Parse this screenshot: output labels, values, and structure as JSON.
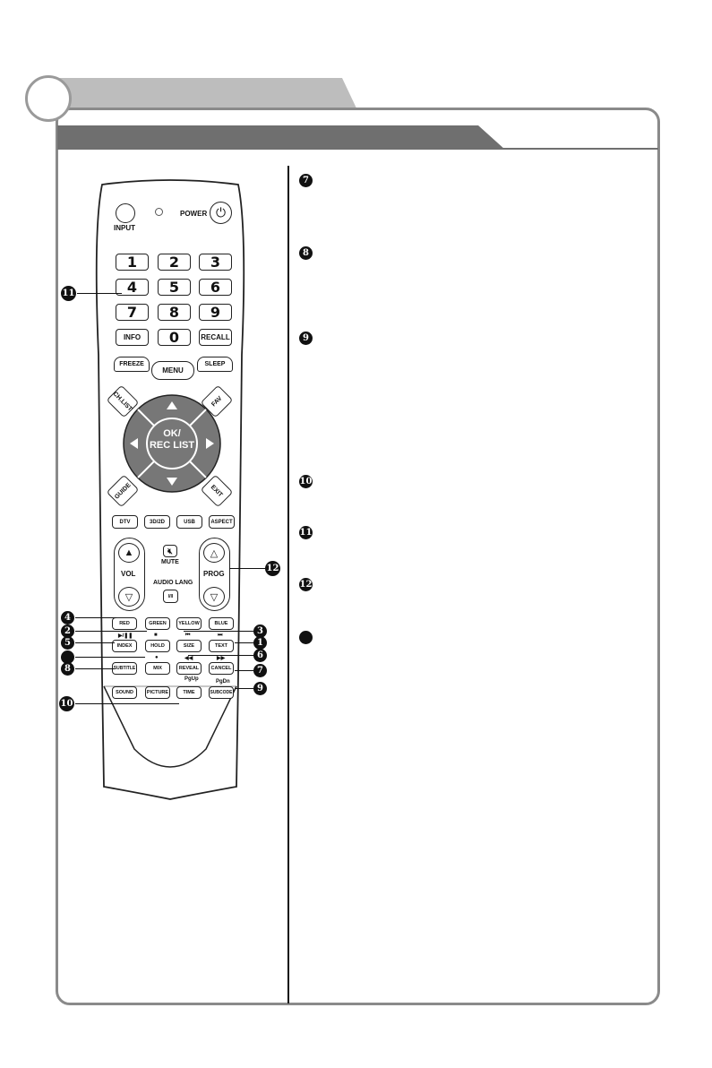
{
  "remote": {
    "input_label": "INPUT",
    "power_label": "POWER",
    "digits": [
      "1",
      "2",
      "3",
      "4",
      "5",
      "6",
      "7",
      "8",
      "9"
    ],
    "info_label": "INFO",
    "zero_label": "0",
    "recall_label": "RECALL",
    "freeze_label": "FREEZE",
    "menu_label": "MENU",
    "sleep_label": "SLEEP",
    "chlist_label": "CH.LIST",
    "fav_label": "FAV",
    "ok_line1": "OK/",
    "ok_line2": "REC LIST",
    "guide_label": "GUIDE",
    "exit_label": "EXIT",
    "dtv_label": "DTV",
    "3d2d_label": "3D/2D",
    "usb_label": "USB",
    "aspect_label": "ASPECT",
    "mute_label": "MUTE",
    "vol_label": "VOL",
    "prog_label": "PROG",
    "audio_lang_label": "AUDIO LANG",
    "audio_lang_btn": "I/II",
    "red_label": "RED",
    "green_label": "GREEN",
    "yellow_label": "YELLOW",
    "blue_label": "BLUE",
    "play_pause_symbol": "▶/❚❚",
    "stop_symbol": "■",
    "prev_symbol": "⏮",
    "next_symbol": "⏭",
    "index_label": "INDEX",
    "hold_label": "HOLD",
    "size_label": "SIZE",
    "text_label": "TEXT",
    "record_symbol": "●",
    "rew_symbol": "◀◀",
    "ff_symbol": "▶▶",
    "subtitle_label": "SUBTITLE",
    "mix_label": "MIX",
    "reveal_label": "REVEAL",
    "cancel_label": "CANCEL",
    "pgup_label": "PgUp",
    "pgdn_label": "PgDn",
    "sound_label": "SOUND",
    "picture_label": "PICTURE",
    "time_label": "TIME",
    "subcode_label": "SUBCODE"
  },
  "callouts": {
    "n1": "1",
    "n2": "2",
    "n3": "3",
    "n4": "4",
    "n5": "5",
    "n6": "6",
    "n7": "7",
    "n8": "8",
    "n9": "9",
    "n10": "10",
    "n11": "11",
    "n12": "12"
  },
  "list_markers": [
    "7",
    "8",
    "9",
    "10",
    "11",
    "12"
  ]
}
